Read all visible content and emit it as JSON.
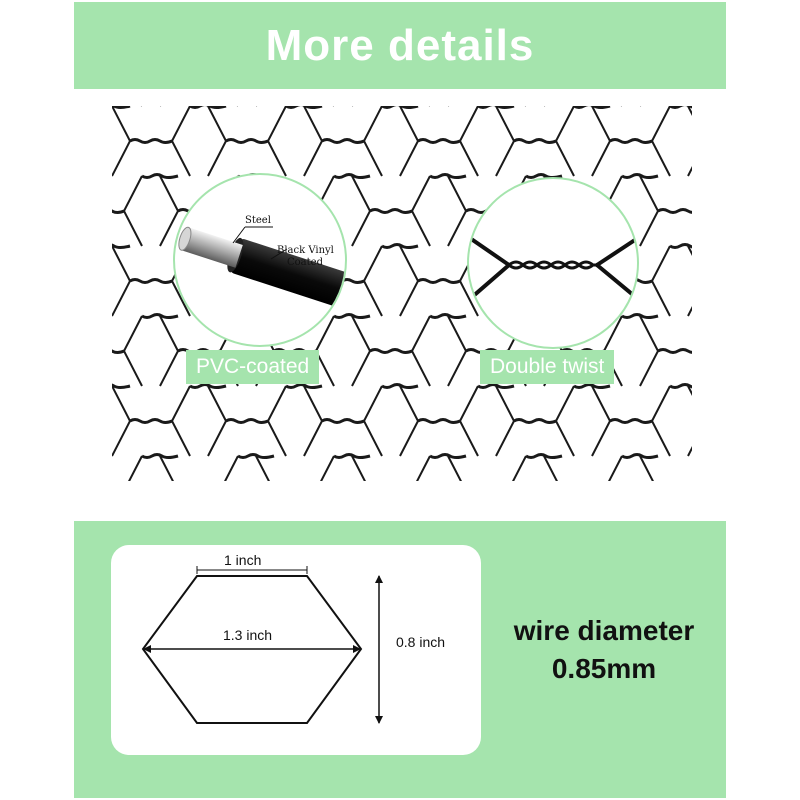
{
  "header": {
    "title": "More details"
  },
  "callouts": {
    "left": {
      "pill": "PVC-coated",
      "steel": "Steel",
      "vinyl_1": "Black Vinyl",
      "vinyl_2": "Coated"
    },
    "right": {
      "pill": "Double twist"
    }
  },
  "dimensions": {
    "top": "1 inch",
    "width": "1.3 inch",
    "height": "0.8 inch"
  },
  "wire": {
    "line1": "wire diameter",
    "line2": "0.85mm"
  },
  "colors": {
    "accent": "#a5e4ad",
    "text": "#111111",
    "mesh": "#1a1a1a"
  }
}
